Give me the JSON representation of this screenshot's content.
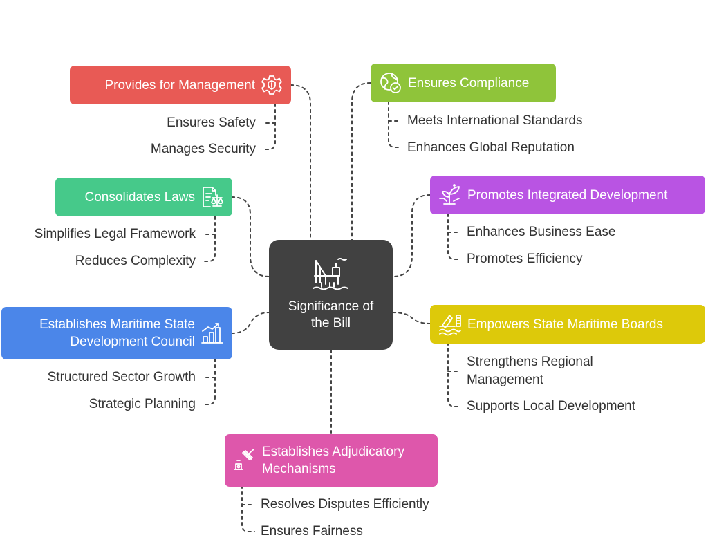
{
  "center": {
    "label": "Significance of the Bill",
    "icon": "offshore-rig-icon",
    "color": "#414141"
  },
  "colors": {
    "red": "#e85a55",
    "green": "#46c98a",
    "blue": "#4b86e9",
    "pink": "#de57ab",
    "lime": "#8fc43a",
    "purple": "#b954e3",
    "yellow": "#ddc90a",
    "connector": "#444444",
    "text": "#333333"
  },
  "branches": {
    "management": {
      "label": "Provides for Management",
      "icon": "gear-shield-icon",
      "leaves": [
        "Ensures Safety",
        "Manages Security"
      ]
    },
    "laws": {
      "label": "Consolidates Laws",
      "icon": "document-scales-icon",
      "leaves": [
        "Simplifies Legal Framework",
        "Reduces Complexity"
      ]
    },
    "council": {
      "label": "Establishes Maritime State Development Council",
      "icon": "bar-chart-growth-icon",
      "leaves": [
        "Structured Sector Growth",
        "Strategic Planning"
      ]
    },
    "adjudicatory": {
      "label": "Establishes Adjudicatory Mechanisms",
      "icon": "gavel-icon",
      "leaves": [
        "Resolves Disputes Efficiently",
        "Ensures Fairness"
      ]
    },
    "compliance": {
      "label": "Ensures Compliance",
      "icon": "globe-check-icon",
      "leaves": [
        "Meets International Standards",
        "Enhances Global Reputation"
      ]
    },
    "integrated": {
      "label": "Promotes Integrated Development",
      "icon": "plant-growth-icon",
      "leaves": [
        "Enhances Business Ease",
        "Promotes Efficiency"
      ]
    },
    "boards": {
      "label": "Empowers State Maritime Boards",
      "icon": "harbor-icon",
      "leaves": [
        "Strengthens Regional Management",
        "Supports Local Development"
      ]
    }
  }
}
